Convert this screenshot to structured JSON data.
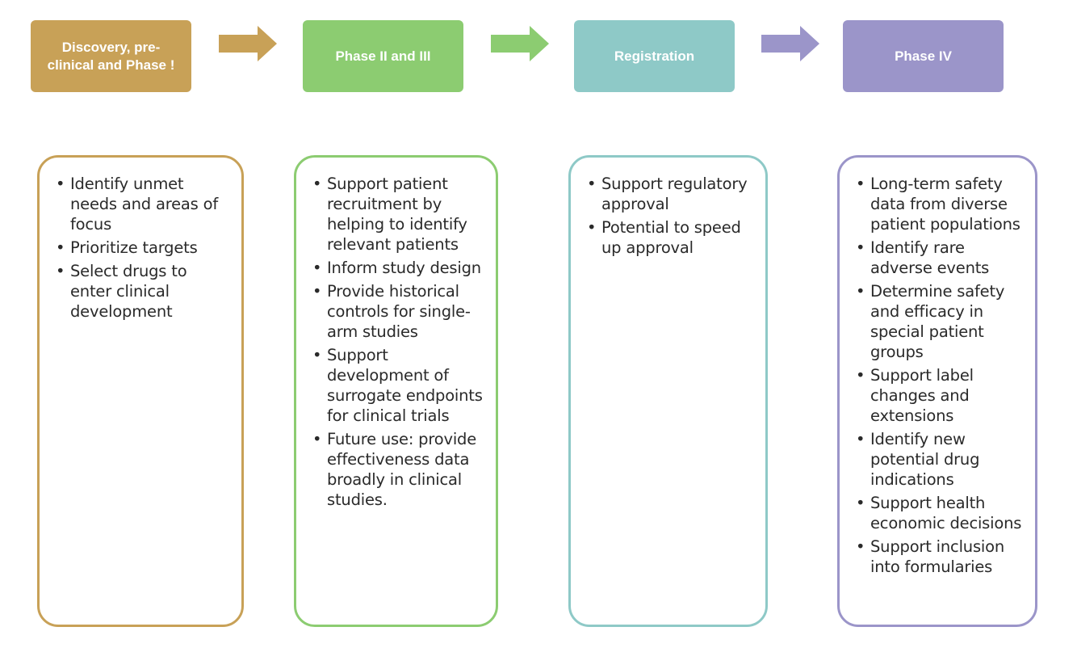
{
  "colors": {
    "discovery": "#c8a157",
    "phase23": "#8ccc71",
    "registration": "#8ec9c7",
    "phase4": "#9b95c9"
  },
  "stages": [
    {
      "id": "discovery",
      "title": "Discovery, pre-clinical and Phase !",
      "bullets": [
        "Identify unmet needs and areas of focus",
        "Prioritize targets",
        "Select drugs to enter clinical development"
      ]
    },
    {
      "id": "phase23",
      "title": "Phase II and III",
      "bullets": [
        "Support patient recruitment by helping to identify relevant patients",
        "Inform study design",
        "Provide historical controls for single-arm studies",
        "Support development of surrogate endpoints for clinical trials",
        "Future use: provide effectiveness data broadly in clinical studies."
      ]
    },
    {
      "id": "registration",
      "title": "Registration",
      "bullets": [
        "Support regulatory approval",
        "Potential to speed up approval"
      ]
    },
    {
      "id": "phase4",
      "title": "Phase IV",
      "bullets": [
        "Long-term safety data from diverse patient populations",
        "Identify rare adverse events",
        "Determine safety and efficacy in special patient groups",
        "Support label changes and extensions",
        "Identify new potential drug indications",
        "Support health economic decisions",
        "Support inclusion into formularies"
      ]
    }
  ]
}
